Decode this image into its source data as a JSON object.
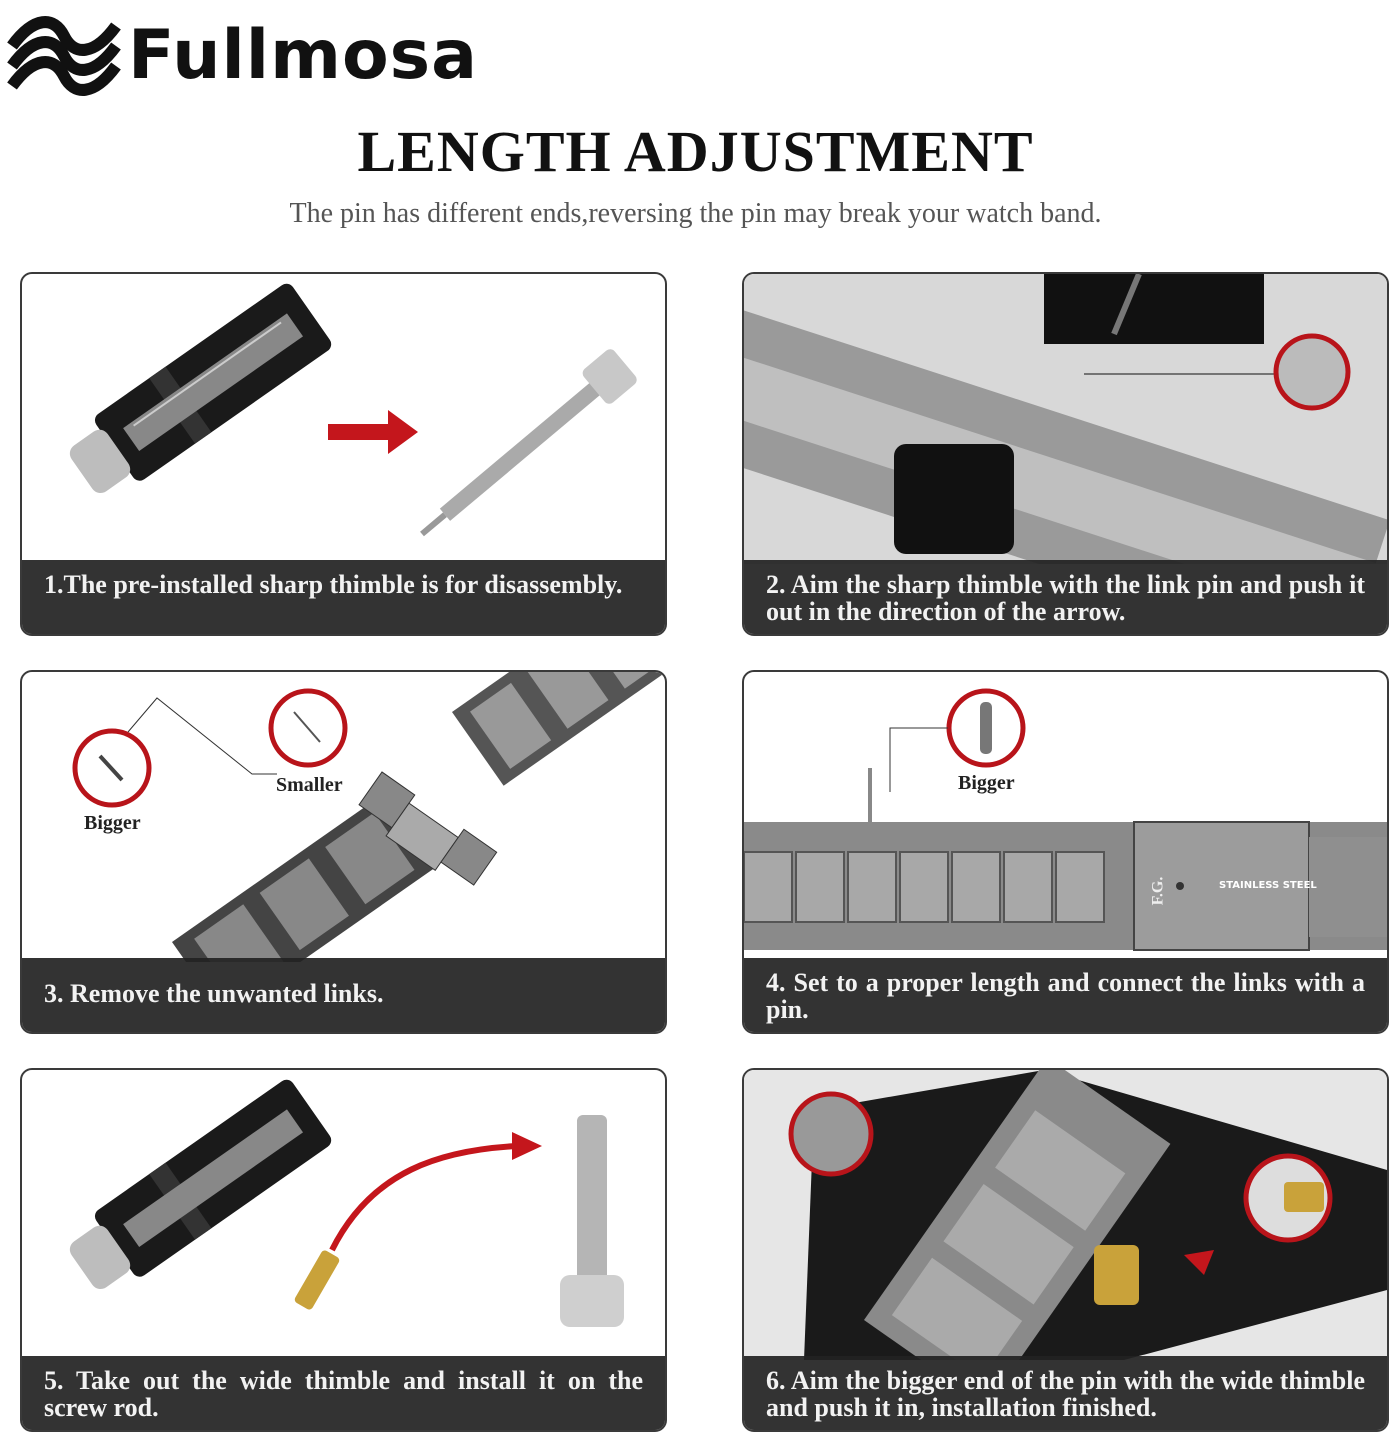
{
  "brand": {
    "name": "Fullmosa",
    "logo_icon": "wave-logo-icon"
  },
  "header": {
    "title": "LENGTH ADJUSTMENT",
    "subtitle": "The pin has different ends,reversing the pin may break your watch band."
  },
  "accent_colors": {
    "arrow_red": "#c4161c",
    "circle_red": "#b8141a",
    "caption_bg": "#222222"
  },
  "steps": [
    {
      "caption": "1.The pre-installed sharp thimble is for disassembly."
    },
    {
      "caption": "2. Aim the sharp thimble with the link pin and push it out in the direction of the arrow."
    },
    {
      "caption": "3. Remove the unwanted links.",
      "labels": {
        "bigger": "Bigger",
        "smaller": "Smaller"
      }
    },
    {
      "caption": "4. Set to a proper length and connect the links with a pin.",
      "labels": {
        "bigger": "Bigger",
        "clasp_text": "F.G.",
        "clasp_engraving": "STAINLESS STEEL"
      }
    },
    {
      "caption": "5. Take out the wide thimble and install it on the screw rod."
    },
    {
      "caption": "6. Aim the bigger end of the pin with the wide thimble and push it in, installation finished."
    }
  ]
}
